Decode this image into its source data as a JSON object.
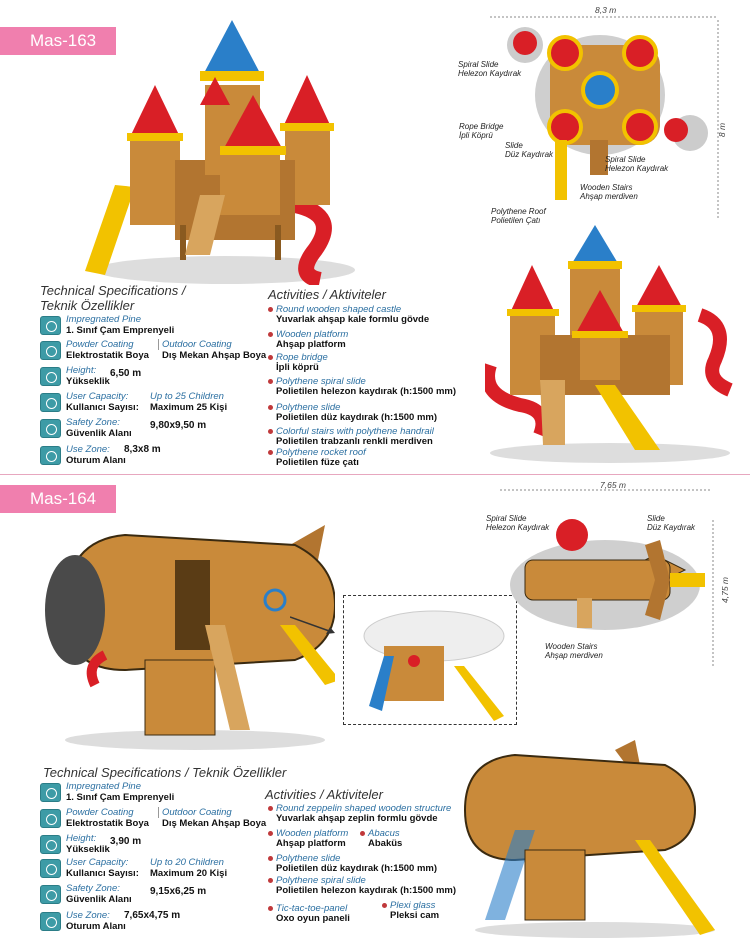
{
  "mas163": {
    "tag": "Mas-163",
    "spec_title_en": "Technical Specifications /",
    "spec_title_tr": "Teknik Özellikler",
    "specs": {
      "pine_en": "Impregnated Pine",
      "pine_tr": "1. Sınıf Çam Emprenyeli",
      "powder_en": "Powder Coating",
      "powder_tr": "Elektrostatik Boya",
      "outdoor_en": "Outdoor Coating",
      "outdoor_tr": "Dış Mekan Ahşap Boya",
      "height_en": "Height:",
      "height_tr": "Yükseklik",
      "height_val": "6,50 m",
      "capacity_en": "User Capacity:",
      "capacity_tr": "Kullanıcı Sayısı:",
      "capacity_val_en": "Up to 25 Children",
      "capacity_val_tr": "Maximum 25 Kişi",
      "safety_en": "Safety Zone:",
      "safety_tr": "Güvenlik Alanı",
      "safety_val": "9,80x9,50 m",
      "use_en": "Use Zone:",
      "use_val": "8,3x8 m",
      "use_tr": "Oturum Alanı"
    },
    "activities_title": "Activities / Aktiviteler",
    "activities": [
      {
        "en": "Round wooden shaped castle",
        "tr": "Yuvarlak ahşap kale formlu gövde"
      },
      {
        "en": "Wooden platform",
        "tr": "Ahşap platform"
      },
      {
        "en": "Rope bridge",
        "tr": "İpli köprü"
      },
      {
        "en": "Polythene spiral slide",
        "tr": "Polietilen helezon kaydırak (h:1500 mm)"
      },
      {
        "en": "Polythene slide",
        "tr": "Polietilen düz kaydırak (h:1500 mm)"
      },
      {
        "en": "Colorful stairs with polythene handrail",
        "tr": "Polietilen trabzanlı renkli merdiven"
      },
      {
        "en": "Polythene rocket roof",
        "tr": "Polietilen füze çatı"
      }
    ],
    "plan": {
      "width": "8,3 m",
      "depth": "8 m",
      "spiral1_en": "Spiral Slide",
      "spiral1_tr": "Helezon Kaydırak",
      "rope_en": "Rope Bridge",
      "rope_tr": "İpli Köprü",
      "slide_en": "Slide",
      "slide_tr": "Düz Kaydırak",
      "spiral2_en": "Spiral Slide",
      "spiral2_tr": "Helezon Kaydırak",
      "stairs_en": "Wooden Stairs",
      "stairs_tr": "Ahşap merdiven",
      "roof_en": "Polythene Roof",
      "roof_tr": "Polietilen Çatı"
    }
  },
  "mas164": {
    "tag": "Mas-164",
    "spec_title_en": "Technical Specifications /",
    "spec_title_tr": "Teknik Özellikler",
    "specs": {
      "pine_en": "Impregnated Pine",
      "pine_tr": "1. Sınıf Çam Emprenyeli",
      "powder_en": "Powder Coating",
      "powder_tr": "Elektrostatik Boya",
      "outdoor_en": "Outdoor Coating",
      "outdoor_tr": "Dış Mekan Ahşap Boya",
      "height_en": "Height:",
      "height_tr": "Yükseklik",
      "height_val": "3,90 m",
      "capacity_en": "User Capacity:",
      "capacity_tr": "Kullanıcı Sayısı:",
      "capacity_val_en": "Up to 20 Children",
      "capacity_val_tr": "Maximum 20 Kişi",
      "safety_en": "Safety Zone:",
      "safety_tr": "Güvenlik Alanı",
      "safety_val": "9,15x6,25 m",
      "use_en": "Use Zone:",
      "use_val": "7,65x4,75 m",
      "use_tr": "Oturum Alanı"
    },
    "activities_title": "Activities / Aktiviteler",
    "activities": [
      {
        "en": "Round zeppelin shaped wooden structure",
        "tr": "Yuvarlak ahşap zeplin formlu gövde"
      },
      {
        "en": "Wooden platform",
        "tr": "Ahşap platform"
      },
      {
        "en": "Abacus",
        "tr": "Abaküs"
      },
      {
        "en": "Polythene slide",
        "tr": "Polietilen düz kaydırak (h:1500 mm)"
      },
      {
        "en": "Polythene spiral slide",
        "tr": "Polietilen helezon kaydırak (h:1500 mm)"
      },
      {
        "en": "Tic-tac-toe-panel",
        "tr": "Oxo oyun paneli"
      },
      {
        "en": "Plexi glass",
        "tr": "Pleksi cam"
      }
    ],
    "plan": {
      "width": "7,65 m",
      "depth": "4,75 m",
      "spiral_en": "Spiral Slide",
      "spiral_tr": "Helezon Kaydırak",
      "slide_en": "Slide",
      "slide_tr": "Düz Kaydırak",
      "stairs_en": "Wooden Stairs",
      "stairs_tr": "Ahşap merdiven"
    }
  },
  "colors": {
    "tag_pink": "#f07fae",
    "wood": "#c98a3a",
    "roof_red": "#d91f26",
    "roof_blue": "#2a7fc9",
    "slide_yellow": "#f2c200",
    "accent_text": "#2b6fa1"
  }
}
